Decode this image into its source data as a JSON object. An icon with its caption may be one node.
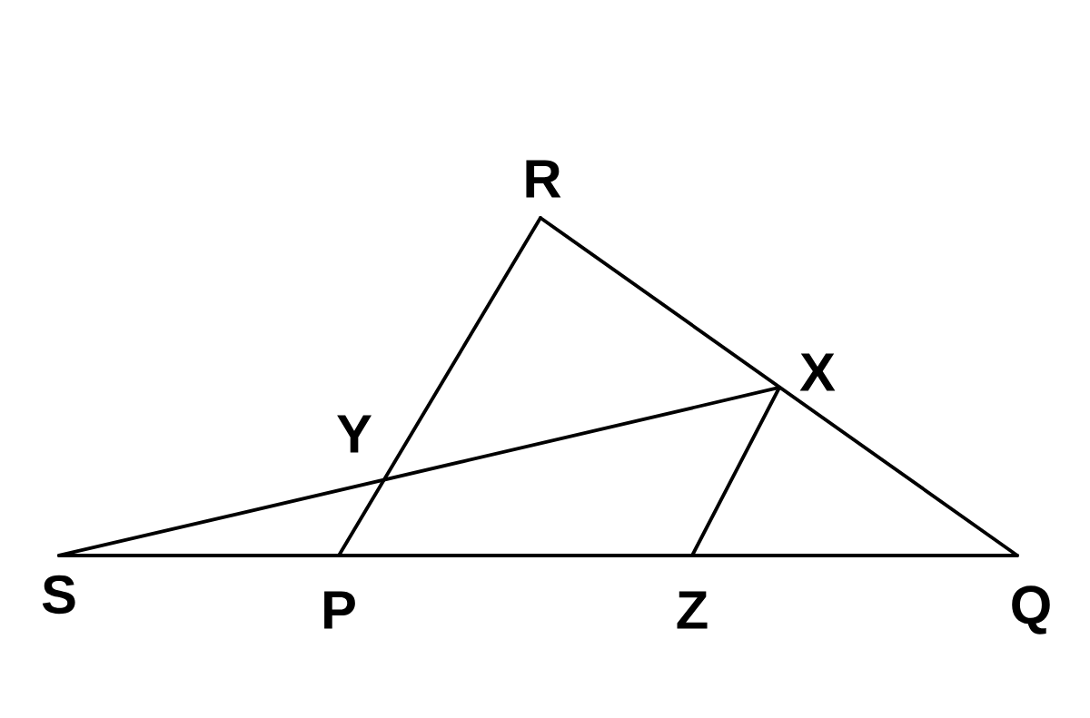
{
  "diagram": {
    "labels": [
      "R",
      "X",
      "Y",
      "S",
      "P",
      "Z",
      "Q"
    ]
  }
}
